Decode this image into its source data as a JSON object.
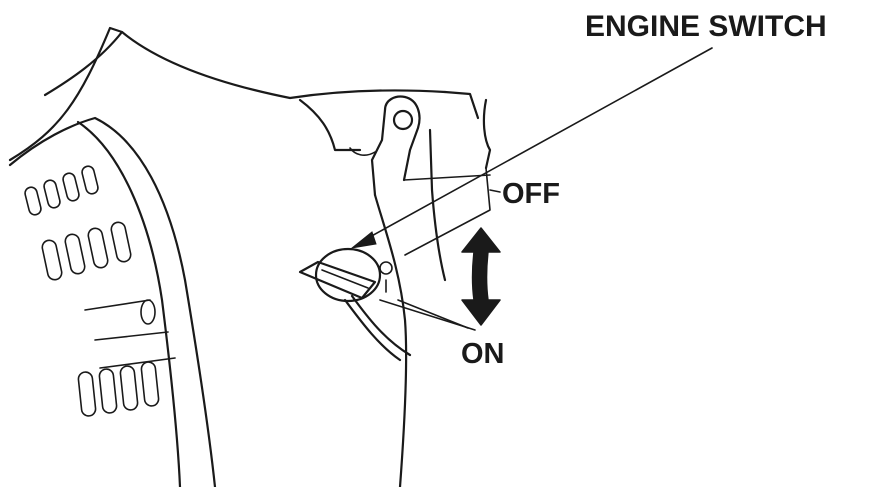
{
  "labels": {
    "engine_switch": "ENGINE SWITCH",
    "off": "OFF",
    "on": "ON"
  },
  "colors": {
    "line": "#1a1a1a",
    "background": "#ffffff"
  }
}
